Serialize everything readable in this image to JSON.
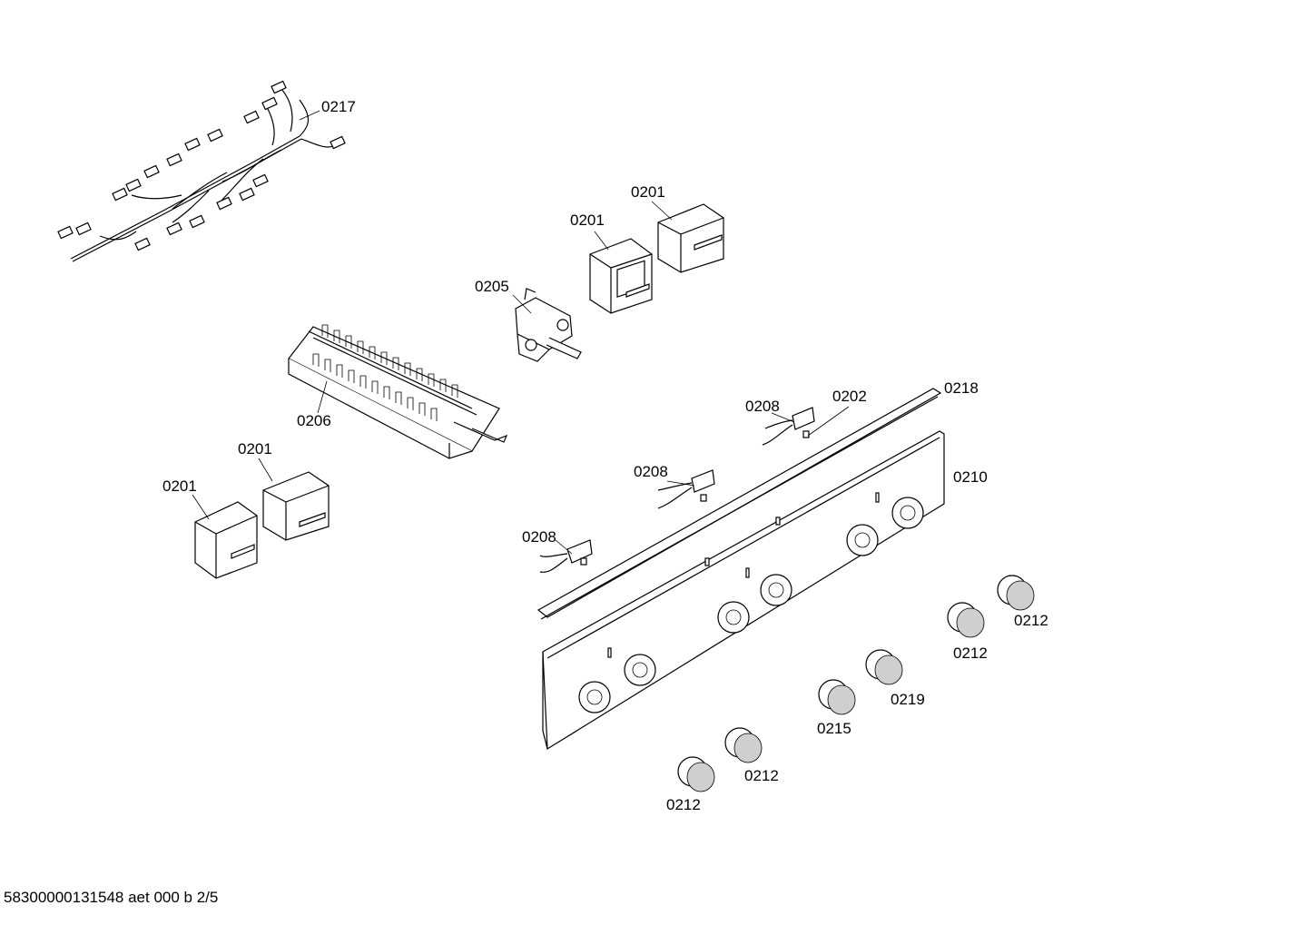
{
  "diagram": {
    "labels": [
      {
        "id": "0217",
        "text": "0217"
      },
      {
        "id": "0201a",
        "text": "0201"
      },
      {
        "id": "0201b",
        "text": "0201"
      },
      {
        "id": "0205",
        "text": "0205"
      },
      {
        "id": "0206",
        "text": "0206"
      },
      {
        "id": "0201c",
        "text": "0201"
      },
      {
        "id": "0201d",
        "text": "0201"
      },
      {
        "id": "0208a",
        "text": "0208"
      },
      {
        "id": "0202",
        "text": "0202"
      },
      {
        "id": "0218",
        "text": "0218"
      },
      {
        "id": "0208b",
        "text": "0208"
      },
      {
        "id": "0210",
        "text": "0210"
      },
      {
        "id": "0208c",
        "text": "0208"
      },
      {
        "id": "0212a",
        "text": "0212"
      },
      {
        "id": "0212b",
        "text": "0212"
      },
      {
        "id": "0219",
        "text": "0219"
      },
      {
        "id": "0215",
        "text": "0215"
      },
      {
        "id": "0212c",
        "text": "0212"
      },
      {
        "id": "0212d",
        "text": "0212"
      }
    ]
  },
  "footer": {
    "text": "58300000131548 aet 000 b 2/5"
  }
}
